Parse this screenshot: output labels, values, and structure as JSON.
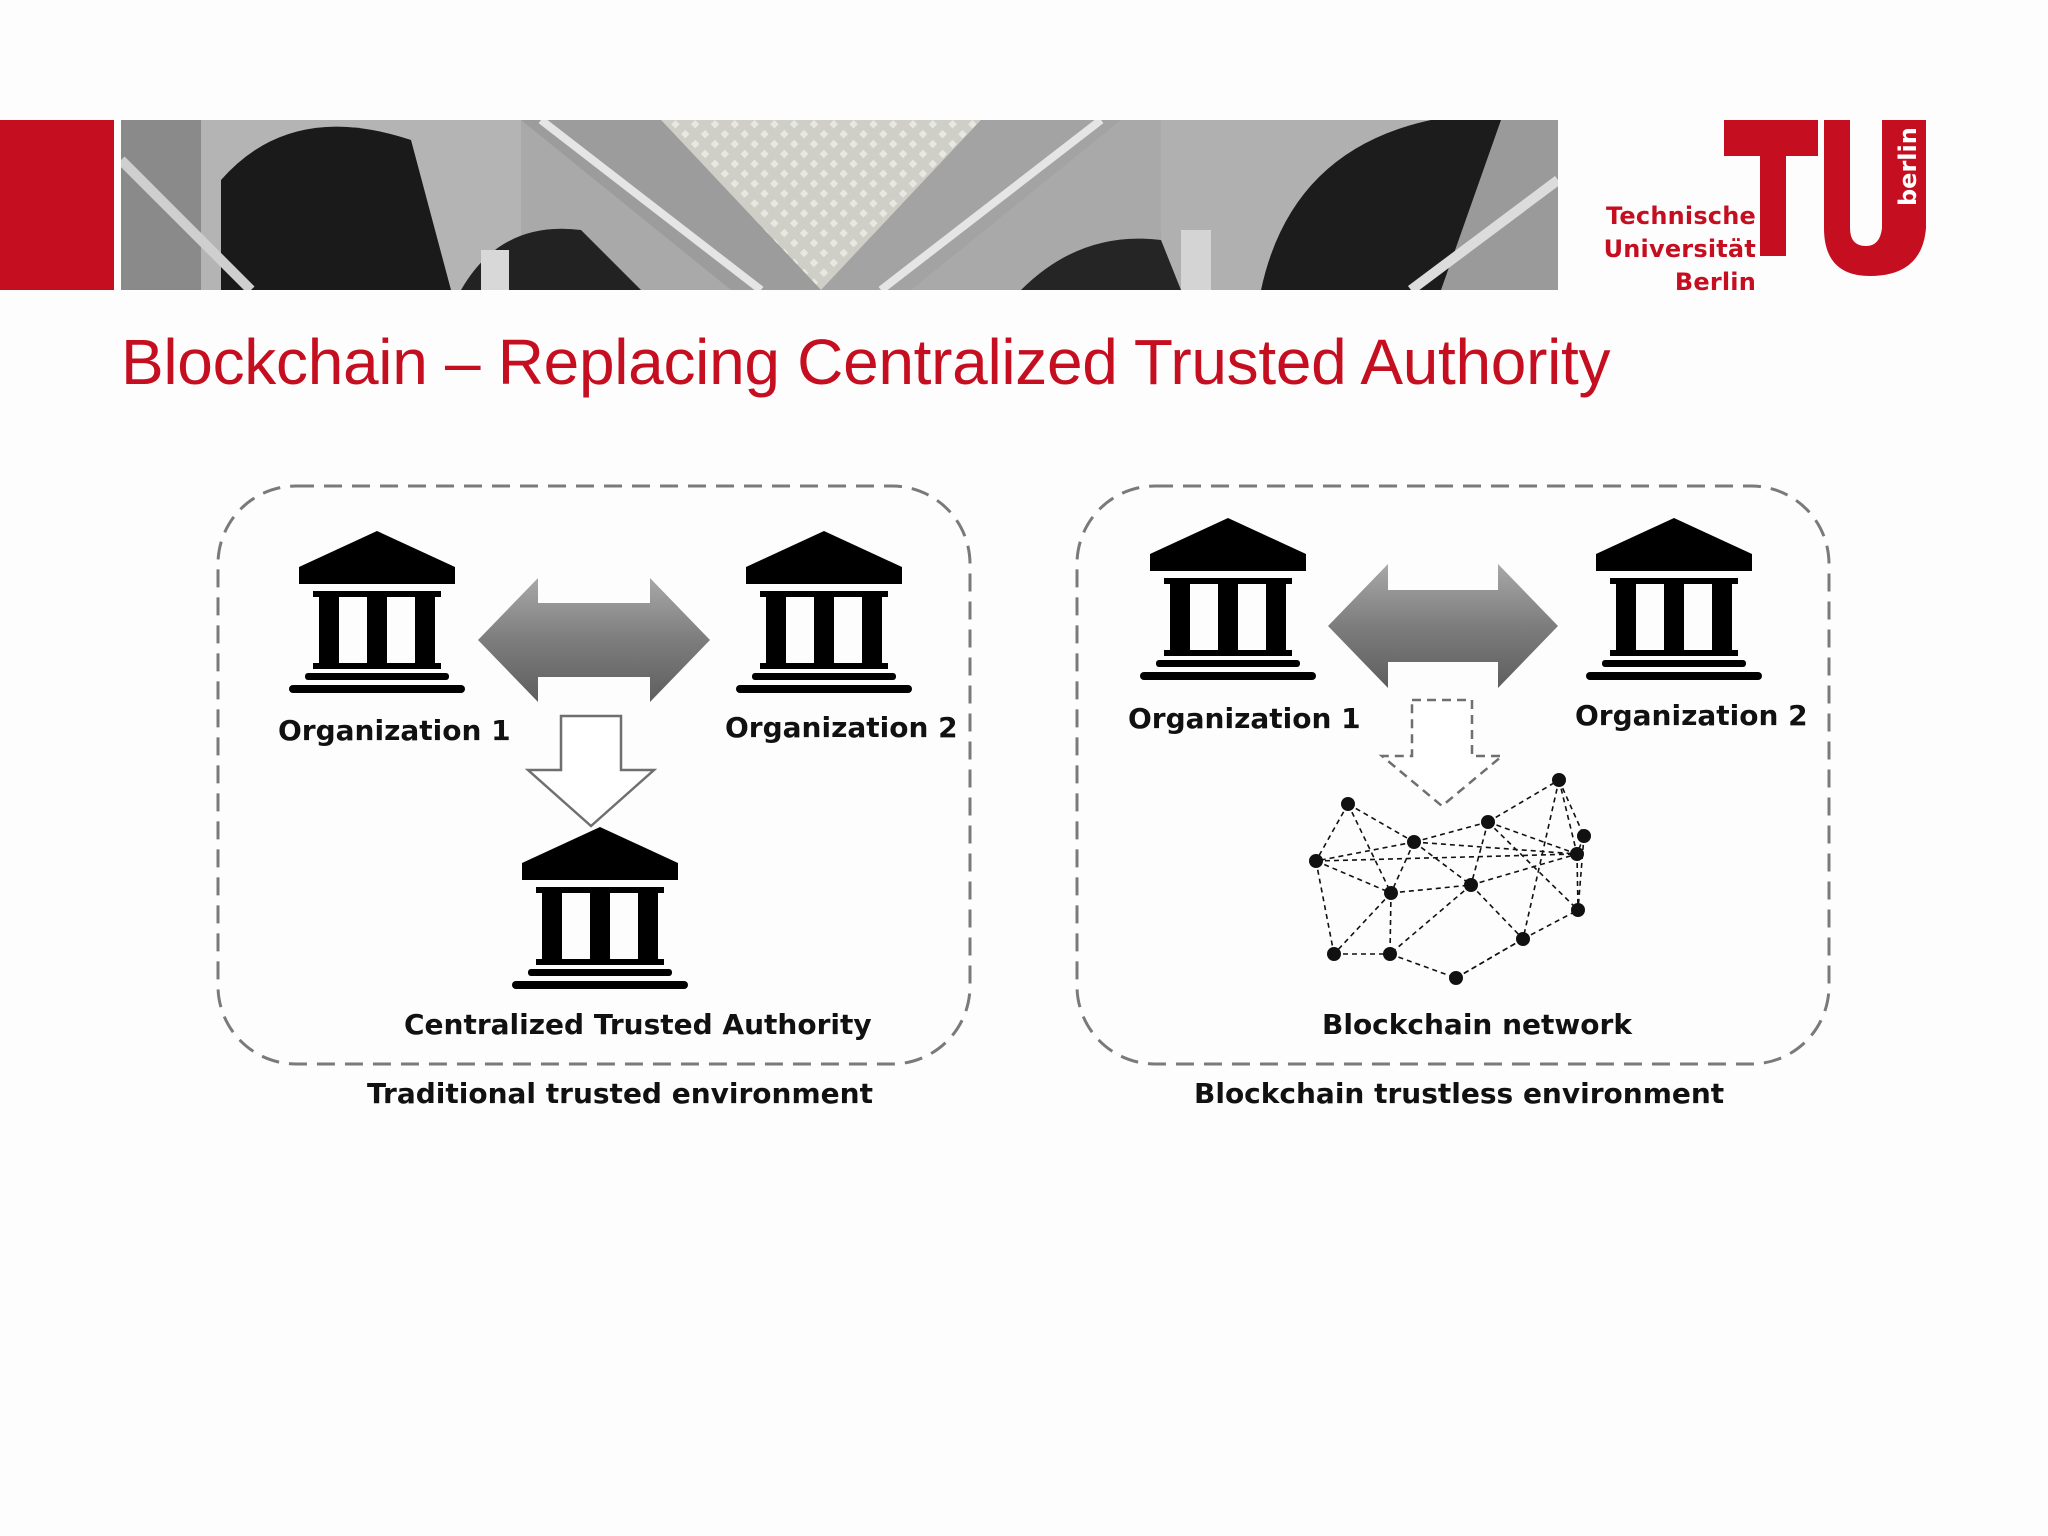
{
  "slide": {
    "title": "Blockchain – Replacing Centralized Trusted Authority"
  },
  "logo": {
    "line1": "Technische",
    "line2": "Universität",
    "line3": "Berlin",
    "vertical": "berlin",
    "color": "#c50e1f"
  },
  "diagram": {
    "left_panel": {
      "org1": "Organization 1",
      "org2": "Organization 2",
      "authority": "Centralized Trusted Authority",
      "caption": "Traditional trusted environment"
    },
    "right_panel": {
      "org1": "Organization 1",
      "org2": "Organization 2",
      "network": "Blockchain network",
      "caption": "Blockchain trustless environment"
    }
  },
  "icons": [
    "bank-icon",
    "double-arrow-icon",
    "down-arrow-icon",
    "network-icon"
  ],
  "colors": {
    "accent": "#c50e1f",
    "arrow_gray": "#7a7a7a",
    "icon": "#000000"
  }
}
